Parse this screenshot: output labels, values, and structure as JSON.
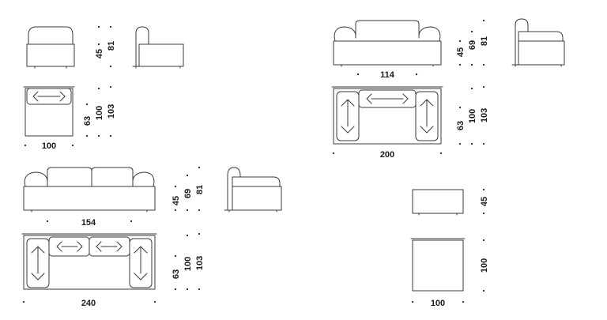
{
  "modules": {
    "armchair": {
      "front_heights": [
        "45",
        "81"
      ],
      "plan_depths": [
        "63",
        "100",
        "103"
      ],
      "width": "100"
    },
    "sofa_small": {
      "width": "114",
      "heights": [
        "45",
        "69",
        "81"
      ],
      "plan_width": "200",
      "plan_depths": [
        "63",
        "100",
        "103"
      ]
    },
    "sofa_large": {
      "width": "154",
      "heights": [
        "45",
        "69",
        "81"
      ],
      "plan_width": "240",
      "plan_depths": [
        "63",
        "100",
        "103"
      ]
    },
    "ottoman": {
      "height": "45",
      "depth": "100",
      "width": "100"
    }
  },
  "colors": {
    "line": "#3a3a3a",
    "text": "#1a1a1a",
    "background": "#ffffff"
  }
}
